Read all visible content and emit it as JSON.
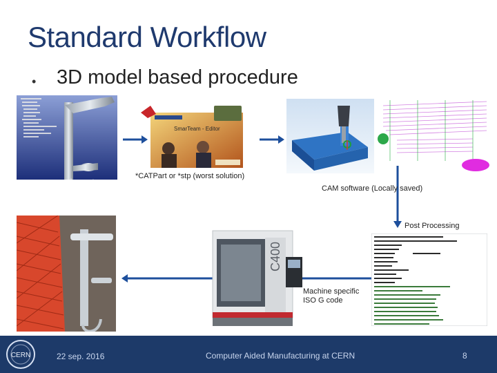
{
  "slide": {
    "title": "Standard Workflow",
    "bullet": "3D model based procedure"
  },
  "images": {
    "cad_model": {
      "icon": "cad-software-screenshot"
    },
    "pdm_editor": {
      "caption_text": "SmarTeam - Editor",
      "icon": "pdm-software-splash"
    },
    "cam_toolpath": {
      "icon": "cam-milling-toolpath"
    },
    "cam_wireframe": {
      "icon": "cam-wireframe-view"
    },
    "machine": {
      "model_label": "C400",
      "icon": "cnc-milling-machine"
    },
    "gcode": {
      "icon": "iso-g-code-listing"
    },
    "photo": {
      "icon": "machined-part-photo"
    }
  },
  "captions": {
    "file_format": "*CATPart or *stp (worst solution)",
    "cam_software": "CAM software (Locally saved)",
    "post_processing": "Post Processing",
    "machine_code_line1": "Machine specific",
    "machine_code_line2": "ISO G code"
  },
  "footer": {
    "logo": "CERN",
    "date": "22 sep. 2016",
    "center": "Computer Aided Manufacturing at CERN",
    "page": "8"
  },
  "colors": {
    "title": "#1f3a6e",
    "footer_bg": "#1d3a69",
    "arrow": "#1d4f9c"
  }
}
